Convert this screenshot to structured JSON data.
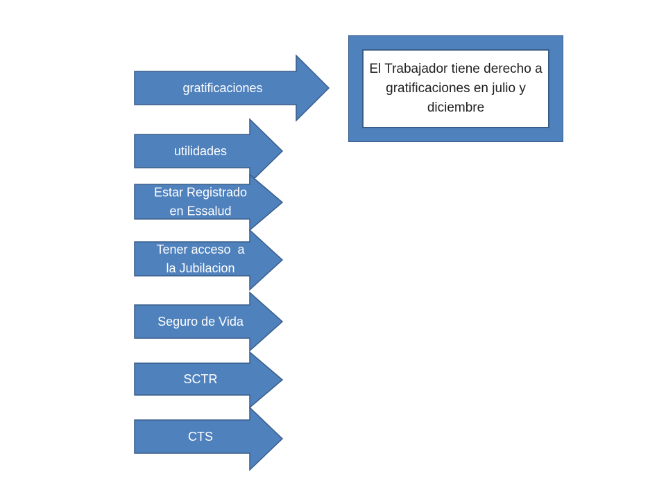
{
  "diagram": {
    "colors": {
      "arrow_fill": "#4f81bd",
      "arrow_stroke": "#385d8a",
      "label_text": "#ffffff",
      "box_text": "#1f1f1f"
    },
    "arrows": [
      {
        "id": "gratificaciones",
        "lines": [
          "gratificaciones"
        ]
      },
      {
        "id": "utilidades",
        "lines": [
          "utilidades"
        ]
      },
      {
        "id": "essalud",
        "lines": [
          "Estar Registrado",
          "en Essalud"
        ]
      },
      {
        "id": "jubilacion",
        "lines": [
          "Tener acceso  a",
          "la Jubilacion"
        ]
      },
      {
        "id": "seguro",
        "lines": [
          "Seguro de Vida"
        ]
      },
      {
        "id": "sctr",
        "lines": [
          "SCTR"
        ]
      },
      {
        "id": "cts",
        "lines": [
          "CTS"
        ]
      }
    ],
    "info_box": {
      "text": "El Trabajador tiene derecho a gratificaciones en julio y diciembre"
    }
  }
}
